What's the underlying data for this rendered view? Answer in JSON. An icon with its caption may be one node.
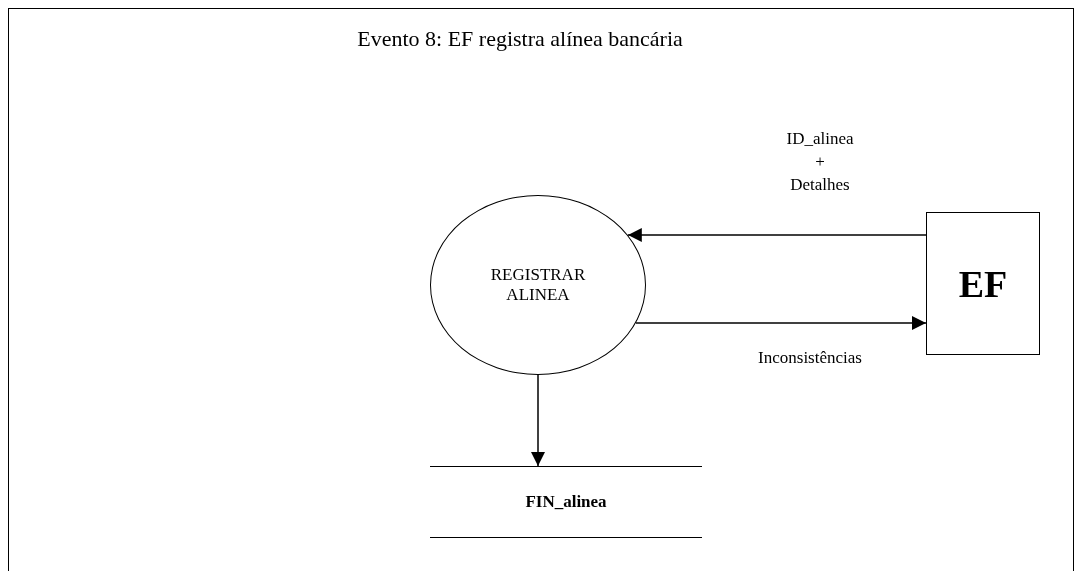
{
  "diagram": {
    "title": "Evento 8: EF registra alínea bancária",
    "nodes": [
      {
        "text": [
          "REGISTRAR ALINEA"
        ]
      },
      {
        "text": [
          "EF"
        ]
      },
      {
        "text": [
          "FIN_alinea"
        ]
      }
    ],
    "edges": [
      {
        "from": 1,
        "to": 0,
        "arrow": "to",
        "label": "ID_alinea + Detalhes"
      },
      {
        "from": 0,
        "to": 1,
        "arrow": "to",
        "label": "Inconsistências"
      },
      {
        "from": 0,
        "to": 2,
        "arrow": "to"
      }
    ]
  }
}
